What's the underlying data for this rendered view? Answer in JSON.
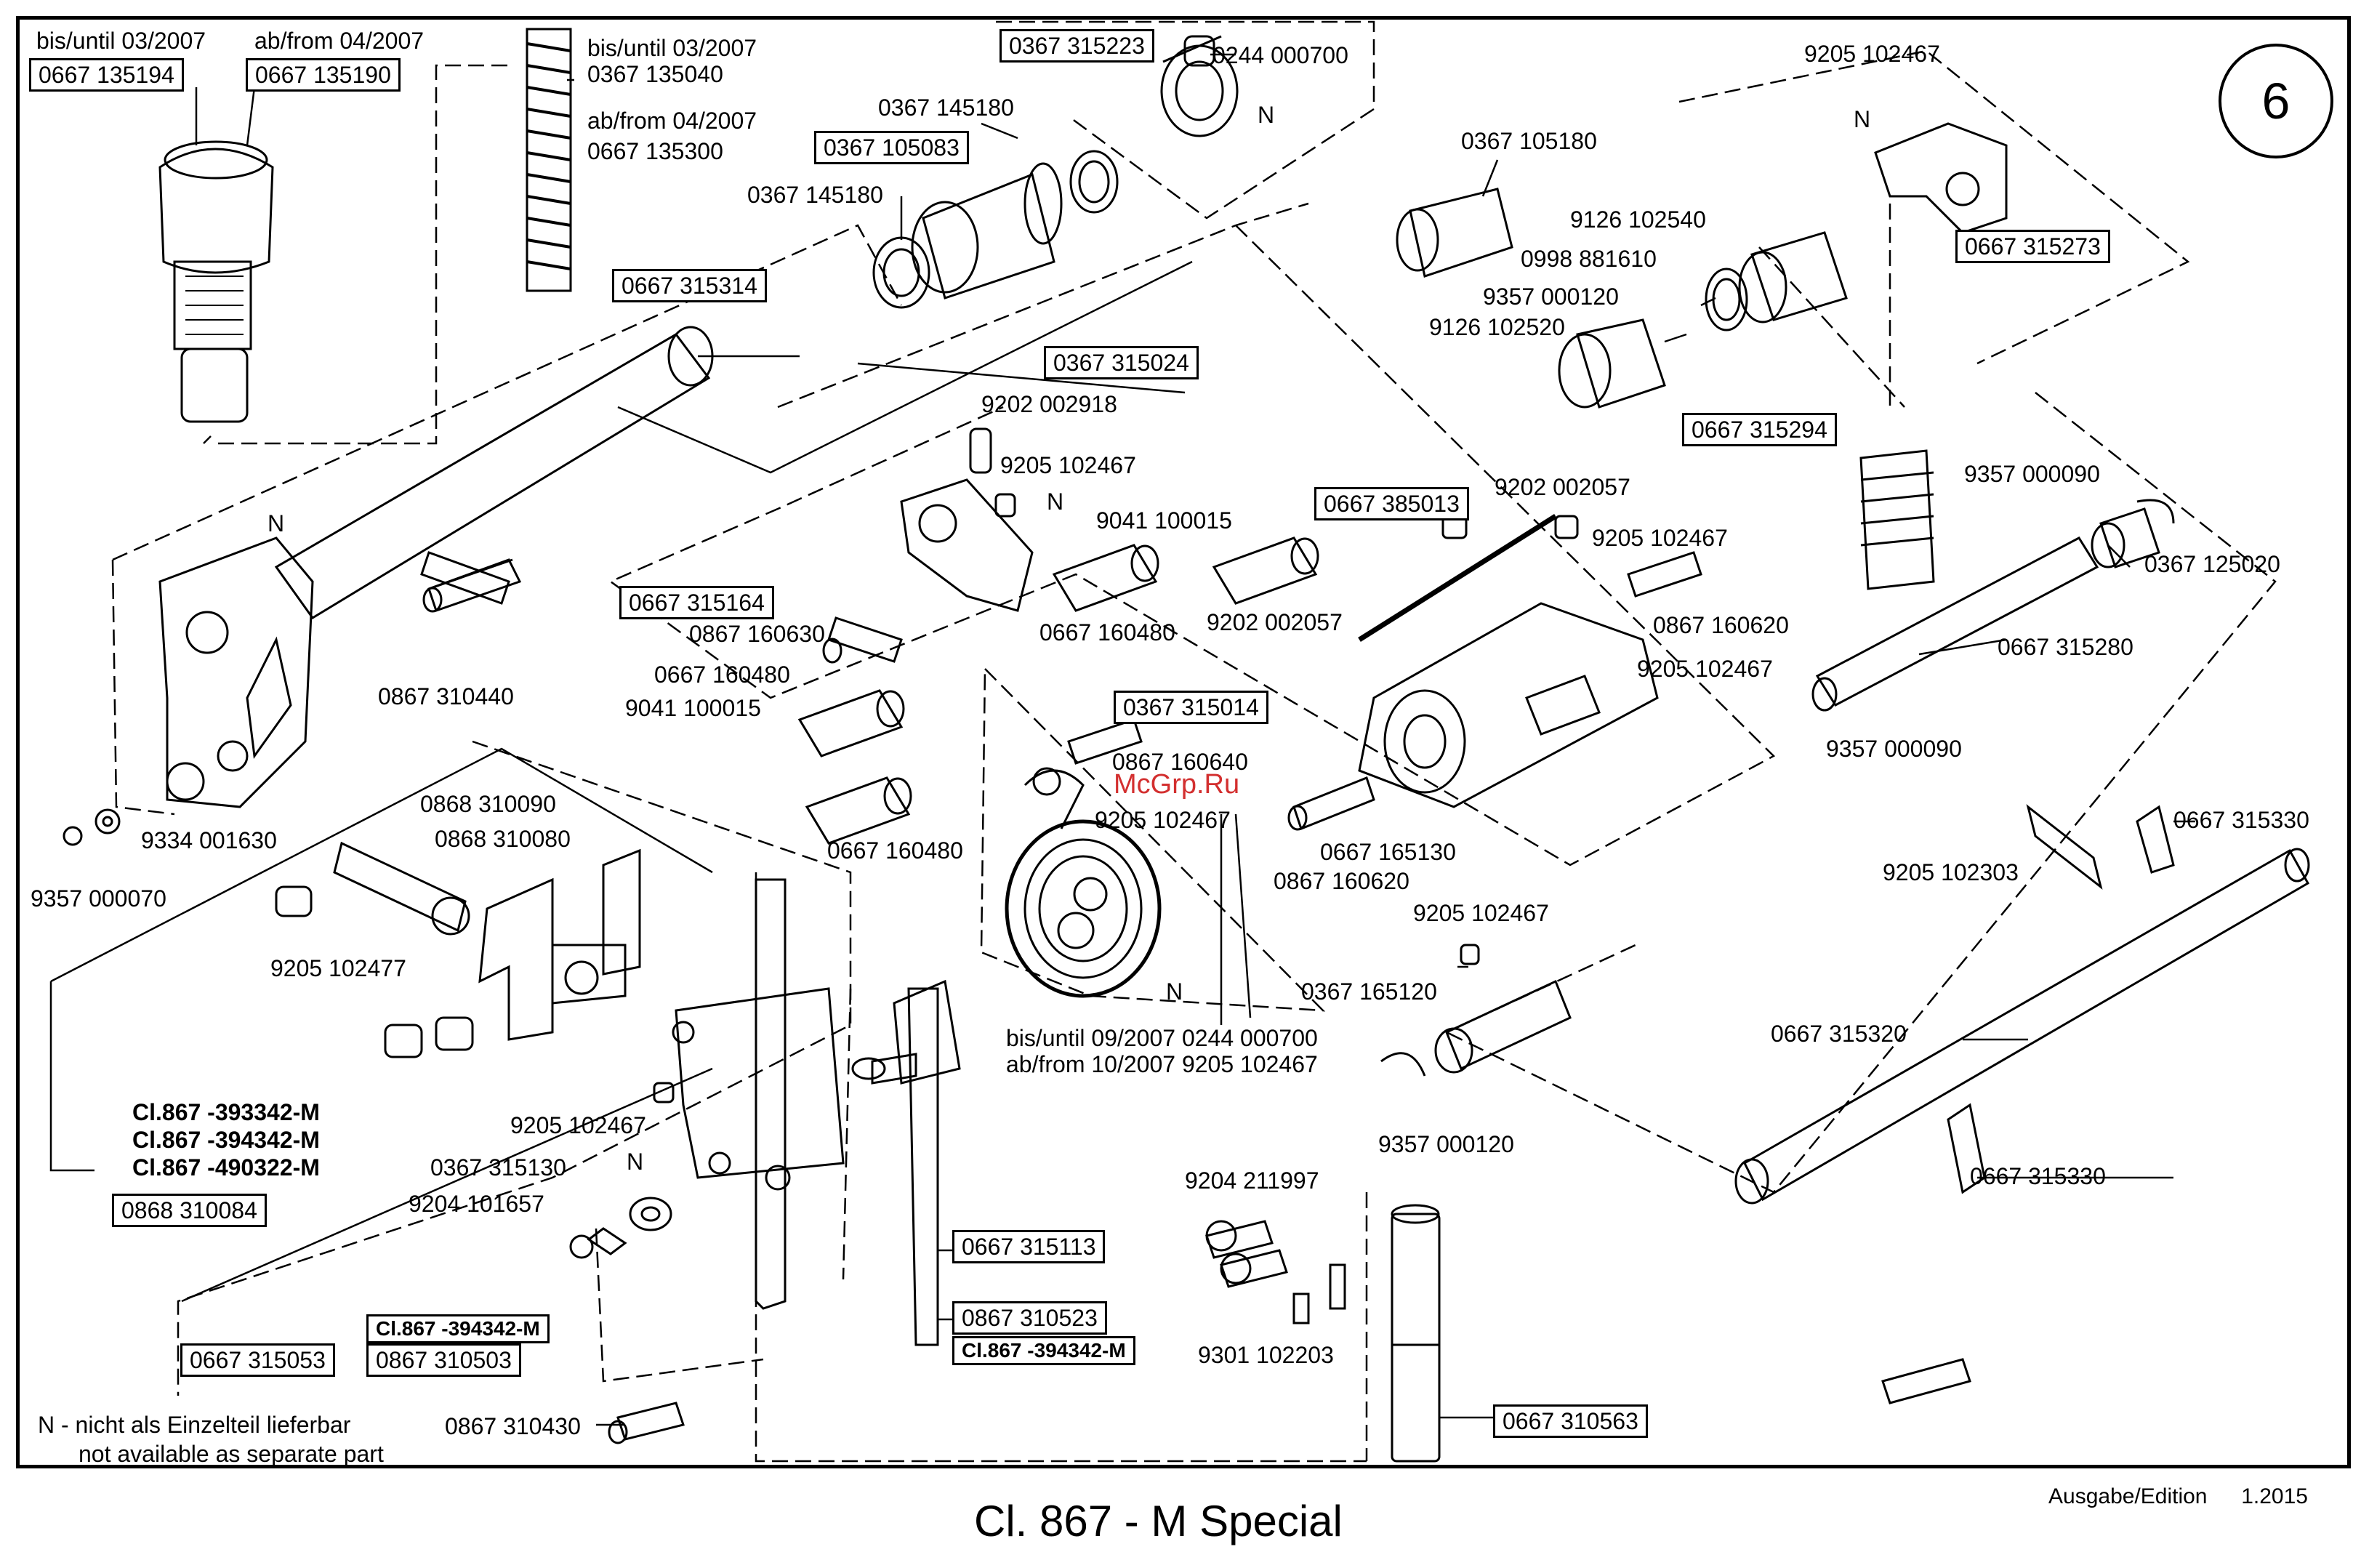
{
  "title": "Cl. 867 - M Special",
  "edition_label": "Ausgabe/Edition",
  "edition_value": "1.2015",
  "sheet_number": "6",
  "watermark": "McGrp.Ru",
  "legend": {
    "line1": "N - nicht als Einzelteil lieferbar",
    "line2": "not available as separate part"
  },
  "labels": {
    "knob_until": "bis/until 03/2007",
    "knob_from": "ab/from 04/2007",
    "p0667135194": "0667 135194",
    "p0667135190": "0667 135190",
    "spring_until": "bis/until 03/2007",
    "p0367135040": "0367 135040",
    "spring_from": "ab/from 04/2007",
    "p0667135300": "0667 135300",
    "p0367315223": "0367 315223",
    "p0244000700": "0244 000700",
    "n_collar": "N",
    "p0367145180a": "0367 145180",
    "p0367105083": "0367 105083",
    "p0367145180b": "0367 145180",
    "p0667315314": "0667 315314",
    "n_arm": "N",
    "p0867310440": "0867 310440",
    "p9334001630": "9334 001630",
    "p9357000070": "9357 000070",
    "p0367105180": "0367 105180",
    "p9205102467_top": "9205 102467",
    "n_top": "N",
    "p0667315273": "0667 315273",
    "p9126102540": "9126 102540",
    "p0998881610": "0998 881610",
    "p9357000120a": "9357 000120",
    "p9126102520": "9126 102520",
    "p0667315294": "0667 315294",
    "p9357000090a": "9357 000090",
    "p0367125020": "0367 125020",
    "p0667315280": "0667 315280",
    "p9357000090b": "9357 000090",
    "p0367315024": "0367 315024",
    "p9202002918": "9202 002918",
    "p9205102467_b": "9205 102467",
    "n_clamp": "N",
    "p9041100015a": "9041 100015",
    "p0667160480a": "0667 160480",
    "p9202002057a": "9202 002057",
    "p0667385013": "0667 385013",
    "p9202002057b": "9202 002057",
    "p9205102467_c": "9205 102467",
    "p0867160620a": "0867 160620",
    "p9205102467_d": "9205 102467",
    "p0667315164": "0667 315164",
    "p0867160630": "0867 160630",
    "p0667160480b": "0667 160480",
    "p9041100015b": "9041 100015",
    "p0667160480c": "0667 160480",
    "p0367315014": "0367 315014",
    "p0867160640": "0867 160640",
    "p9205102467_e": "9205 102467",
    "p0667165130": "0667 165130",
    "p0867160620b": "0867 160620",
    "n_cam": "N",
    "cam_until": "bis/until  09/2007  0244 000700",
    "cam_from": "ab/from   10/2007  9205 102467",
    "p0667315330a": "0667 315330",
    "p9205102303": "9205 102303",
    "p9205102467_f": "9205 102467",
    "p0367165120": "0367 165120",
    "p0667315320": "0667 315320",
    "p9357000120b": "9357 000120",
    "p0667315330b": "0667 315330",
    "p0868310090": "0868 310090",
    "p0868310080": "0868 310080",
    "p9205102477": "9205 102477",
    "cl1": "Cl.867 -393342-M",
    "cl2": "Cl.867 -394342-M",
    "cl3": "Cl.867 -490322-M",
    "p0868310084": "0868 310084",
    "p9205102467_g": "9205 102467",
    "n_slider": "N",
    "p0367315130": "0367 315130",
    "p9204101657": "9204 101657",
    "p0667315053": "0667 315053",
    "cl_box1": "Cl.867 -394342-M",
    "p0867310503": "0867 310503",
    "p0667315113": "0667 315113",
    "p0867310523": "0867 310523",
    "cl_box2": "Cl.867 -394342-M",
    "p0867310430": "0867 310430",
    "p9204211997": "9204 211997",
    "p9301102203": "9301 102203",
    "p0667310563": "0667 310563"
  }
}
